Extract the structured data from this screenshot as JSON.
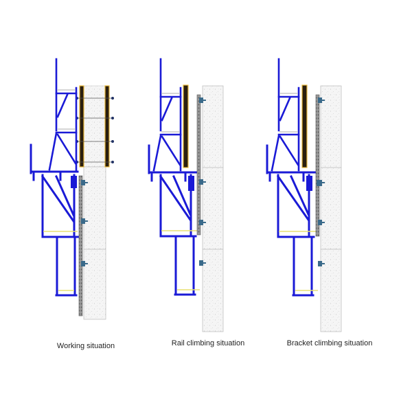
{
  "figure": {
    "panels": [
      {
        "id": "working",
        "caption": "Working situation"
      },
      {
        "id": "rail-climbing",
        "caption": "Rail climbing situation"
      },
      {
        "id": "bracket-climbing",
        "caption": "Bracket climbing situation"
      }
    ]
  },
  "colors": {
    "frame": "#1a1ad6",
    "formwork_panel": "#2a1f10",
    "formwork_edge": "#e8b838",
    "concrete_fill": "#f4f4f4",
    "concrete_border": "#b8b8b8",
    "rail": "#8a8a8a",
    "anchor": "#3a6a8a",
    "platform_plank": "#e8e070"
  }
}
